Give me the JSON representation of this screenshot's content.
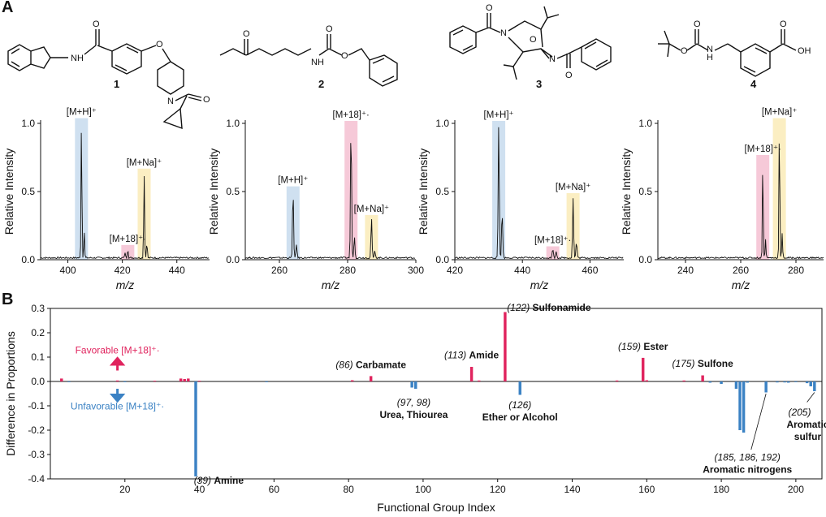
{
  "panel_a_label": "A",
  "panel_b_label": "B",
  "compounds": [
    {
      "label": "1"
    },
    {
      "label": "2"
    },
    {
      "label": "3"
    },
    {
      "label": "4"
    }
  ],
  "structure_atoms": {
    "nh": "NH",
    "n": "N",
    "o": "O",
    "h": "H",
    "oh": "OH"
  },
  "colors": {
    "blue": "#3b82c4",
    "pink": "#e0245e",
    "blue_band": "#cfe0f0",
    "pink_band": "#f6c9d8",
    "yellow_band": "#fbeec2"
  },
  "chart_data": [
    {
      "type": "line",
      "compound": "1",
      "xlabel": "m/z",
      "ylabel": "Relative Intensity",
      "xlim": [
        390,
        452
      ],
      "ylim": [
        0,
        1.0
      ],
      "xticks": [
        400,
        420,
        440
      ],
      "yticks": [
        0.0,
        0.5,
        1.0
      ],
      "ytick_labels": [
        "0.0",
        "0.5",
        "1.0"
      ],
      "peaks": [
        [
          405,
          1.0
        ],
        [
          406,
          0.2
        ],
        [
          421,
          0.04
        ],
        [
          422,
          0.07
        ],
        [
          428,
          0.63
        ],
        [
          429,
          0.12
        ]
      ],
      "bands": [
        {
          "center": 405,
          "label": "[M+H]⁺",
          "color": "blue",
          "label_y": 1.05
        },
        {
          "center": 422,
          "label": "[M+18]⁺·",
          "color": "pink",
          "label_y": 0.12
        },
        {
          "center": 428,
          "label": "[M+Na]⁺",
          "color": "yellow",
          "label_y": 0.68
        }
      ]
    },
    {
      "type": "line",
      "compound": "2",
      "xlabel": "m/z",
      "ylabel": "Relative Intensity",
      "xlim": [
        250,
        300
      ],
      "ylim": [
        0,
        1.0
      ],
      "xticks": [
        260,
        280,
        300
      ],
      "yticks": [
        0.0,
        0.5,
        1.0
      ],
      "ytick_labels": [
        "0.0",
        "0.5",
        "1.0"
      ],
      "peaks": [
        [
          264,
          0.5
        ],
        [
          265,
          0.1
        ],
        [
          281,
          1.0
        ],
        [
          282,
          0.16
        ],
        [
          287,
          0.29
        ],
        [
          288,
          0.05
        ]
      ],
      "bands": [
        {
          "center": 264,
          "label": "[M+H]⁺",
          "color": "blue",
          "label_y": 0.55
        },
        {
          "center": 281,
          "label": "[M+18]⁺·",
          "color": "pink",
          "label_y": 1.03
        },
        {
          "center": 287,
          "label": "[M+Na]⁺",
          "color": "yellow",
          "label_y": 0.34
        }
      ]
    },
    {
      "type": "line",
      "compound": "3",
      "xlabel": "m/z",
      "ylabel": "Relative Intensity",
      "xlim": [
        420,
        470
      ],
      "ylim": [
        0,
        1.0
      ],
      "xticks": [
        420,
        440,
        460
      ],
      "yticks": [
        0.0,
        0.5,
        1.0
      ],
      "ytick_labels": [
        "0.0",
        "0.5",
        "1.0"
      ],
      "peaks": [
        [
          433,
          1.0
        ],
        [
          434,
          0.35
        ],
        [
          449,
          0.07
        ],
        [
          450,
          0.05
        ],
        [
          455,
          0.44
        ],
        [
          456,
          0.12
        ]
      ],
      "bands": [
        {
          "center": 433,
          "label": "[M+H]⁺",
          "color": "blue",
          "label_y": 1.03
        },
        {
          "center": 449,
          "label": "[M+18]⁺·",
          "color": "pink",
          "label_y": 0.11
        },
        {
          "center": 455,
          "label": "[M+Na]⁺",
          "color": "yellow",
          "label_y": 0.5
        }
      ]
    },
    {
      "type": "line",
      "compound": "4",
      "xlabel": "m/z",
      "ylabel": "Relative Intensity",
      "xlim": [
        230,
        290
      ],
      "ylim": [
        0,
        1.0
      ],
      "xticks": [
        240,
        260,
        280
      ],
      "yticks": [
        0.0,
        0.5,
        1.0
      ],
      "ytick_labels": [
        "0.0",
        "0.5",
        "1.0"
      ],
      "peaks": [
        [
          268,
          0.72
        ],
        [
          269,
          0.14
        ],
        [
          274,
          1.0
        ],
        [
          275,
          0.18
        ]
      ],
      "bands": [
        {
          "center": 268,
          "label": "[M+18]⁺·",
          "color": "pink",
          "label_y": 0.78
        },
        {
          "center": 274,
          "label": "[M+Na]⁺",
          "color": "yellow",
          "label_y": 1.05
        }
      ]
    },
    {
      "type": "bar",
      "xlabel": "Functional Group Index",
      "ylabel": "Difference in Proportions",
      "xlim": [
        0,
        207
      ],
      "ylim": [
        -0.4,
        0.3
      ],
      "xticks": [
        20,
        40,
        60,
        80,
        100,
        120,
        140,
        160,
        180,
        200
      ],
      "yticks": [
        -0.4,
        -0.3,
        -0.2,
        -0.1,
        0.0,
        0.1,
        0.2,
        0.3
      ],
      "ytick_labels": [
        "-0.4",
        "-0.3",
        "-0.2",
        "-0.1",
        "0.0",
        "0.1",
        "0.2",
        "0.3"
      ],
      "values": [
        [
          3,
          0.012
        ],
        [
          5,
          -0.003
        ],
        [
          18,
          0.004
        ],
        [
          20,
          -0.003
        ],
        [
          28,
          0.003
        ],
        [
          35,
          0.012
        ],
        [
          36,
          0.01
        ],
        [
          37,
          0.012
        ],
        [
          39,
          -0.39
        ],
        [
          40,
          0.003
        ],
        [
          58,
          -0.003
        ],
        [
          81,
          0.005
        ],
        [
          86,
          0.022
        ],
        [
          97,
          -0.025
        ],
        [
          98,
          -0.03
        ],
        [
          113,
          0.06
        ],
        [
          115,
          0.004
        ],
        [
          122,
          0.285
        ],
        [
          126,
          -0.055
        ],
        [
          152,
          0.004
        ],
        [
          159,
          0.097
        ],
        [
          160,
          0.005
        ],
        [
          170,
          0.004
        ],
        [
          175,
          0.025
        ],
        [
          177,
          -0.005
        ],
        [
          180,
          -0.01
        ],
        [
          184,
          -0.03
        ],
        [
          185,
          -0.2
        ],
        [
          186,
          -0.21
        ],
        [
          187,
          -0.005
        ],
        [
          192,
          -0.045
        ],
        [
          195,
          -0.004
        ],
        [
          197,
          -0.004
        ],
        [
          198,
          -0.005
        ],
        [
          200,
          -0.003
        ],
        [
          203,
          -0.007
        ],
        [
          204,
          -0.02
        ],
        [
          205,
          -0.04
        ]
      ],
      "legend": {
        "favorable": "Favorable [M+18]⁺·",
        "unfavorable": "Unfavorable [M+18]⁺·"
      },
      "annotations": [
        {
          "idx": "(39)",
          "name": "Amine"
        },
        {
          "idx": "(86)",
          "name": "Carbamate"
        },
        {
          "idx": "(97, 98)",
          "name": "Urea, Thiourea"
        },
        {
          "idx": "(113)",
          "name": "Amide"
        },
        {
          "idx": "(122)",
          "name": "Sulfonamide"
        },
        {
          "idx": "(126)",
          "name": "Ether or Alcohol"
        },
        {
          "idx": "(159)",
          "name": "Ester"
        },
        {
          "idx": "(175)",
          "name": "Sulfone"
        },
        {
          "idx": "(185, 186, 192)",
          "name": "Aromatic nitrogens"
        },
        {
          "idx": "(205)",
          "name": "Aromatic sulfur"
        }
      ]
    }
  ]
}
